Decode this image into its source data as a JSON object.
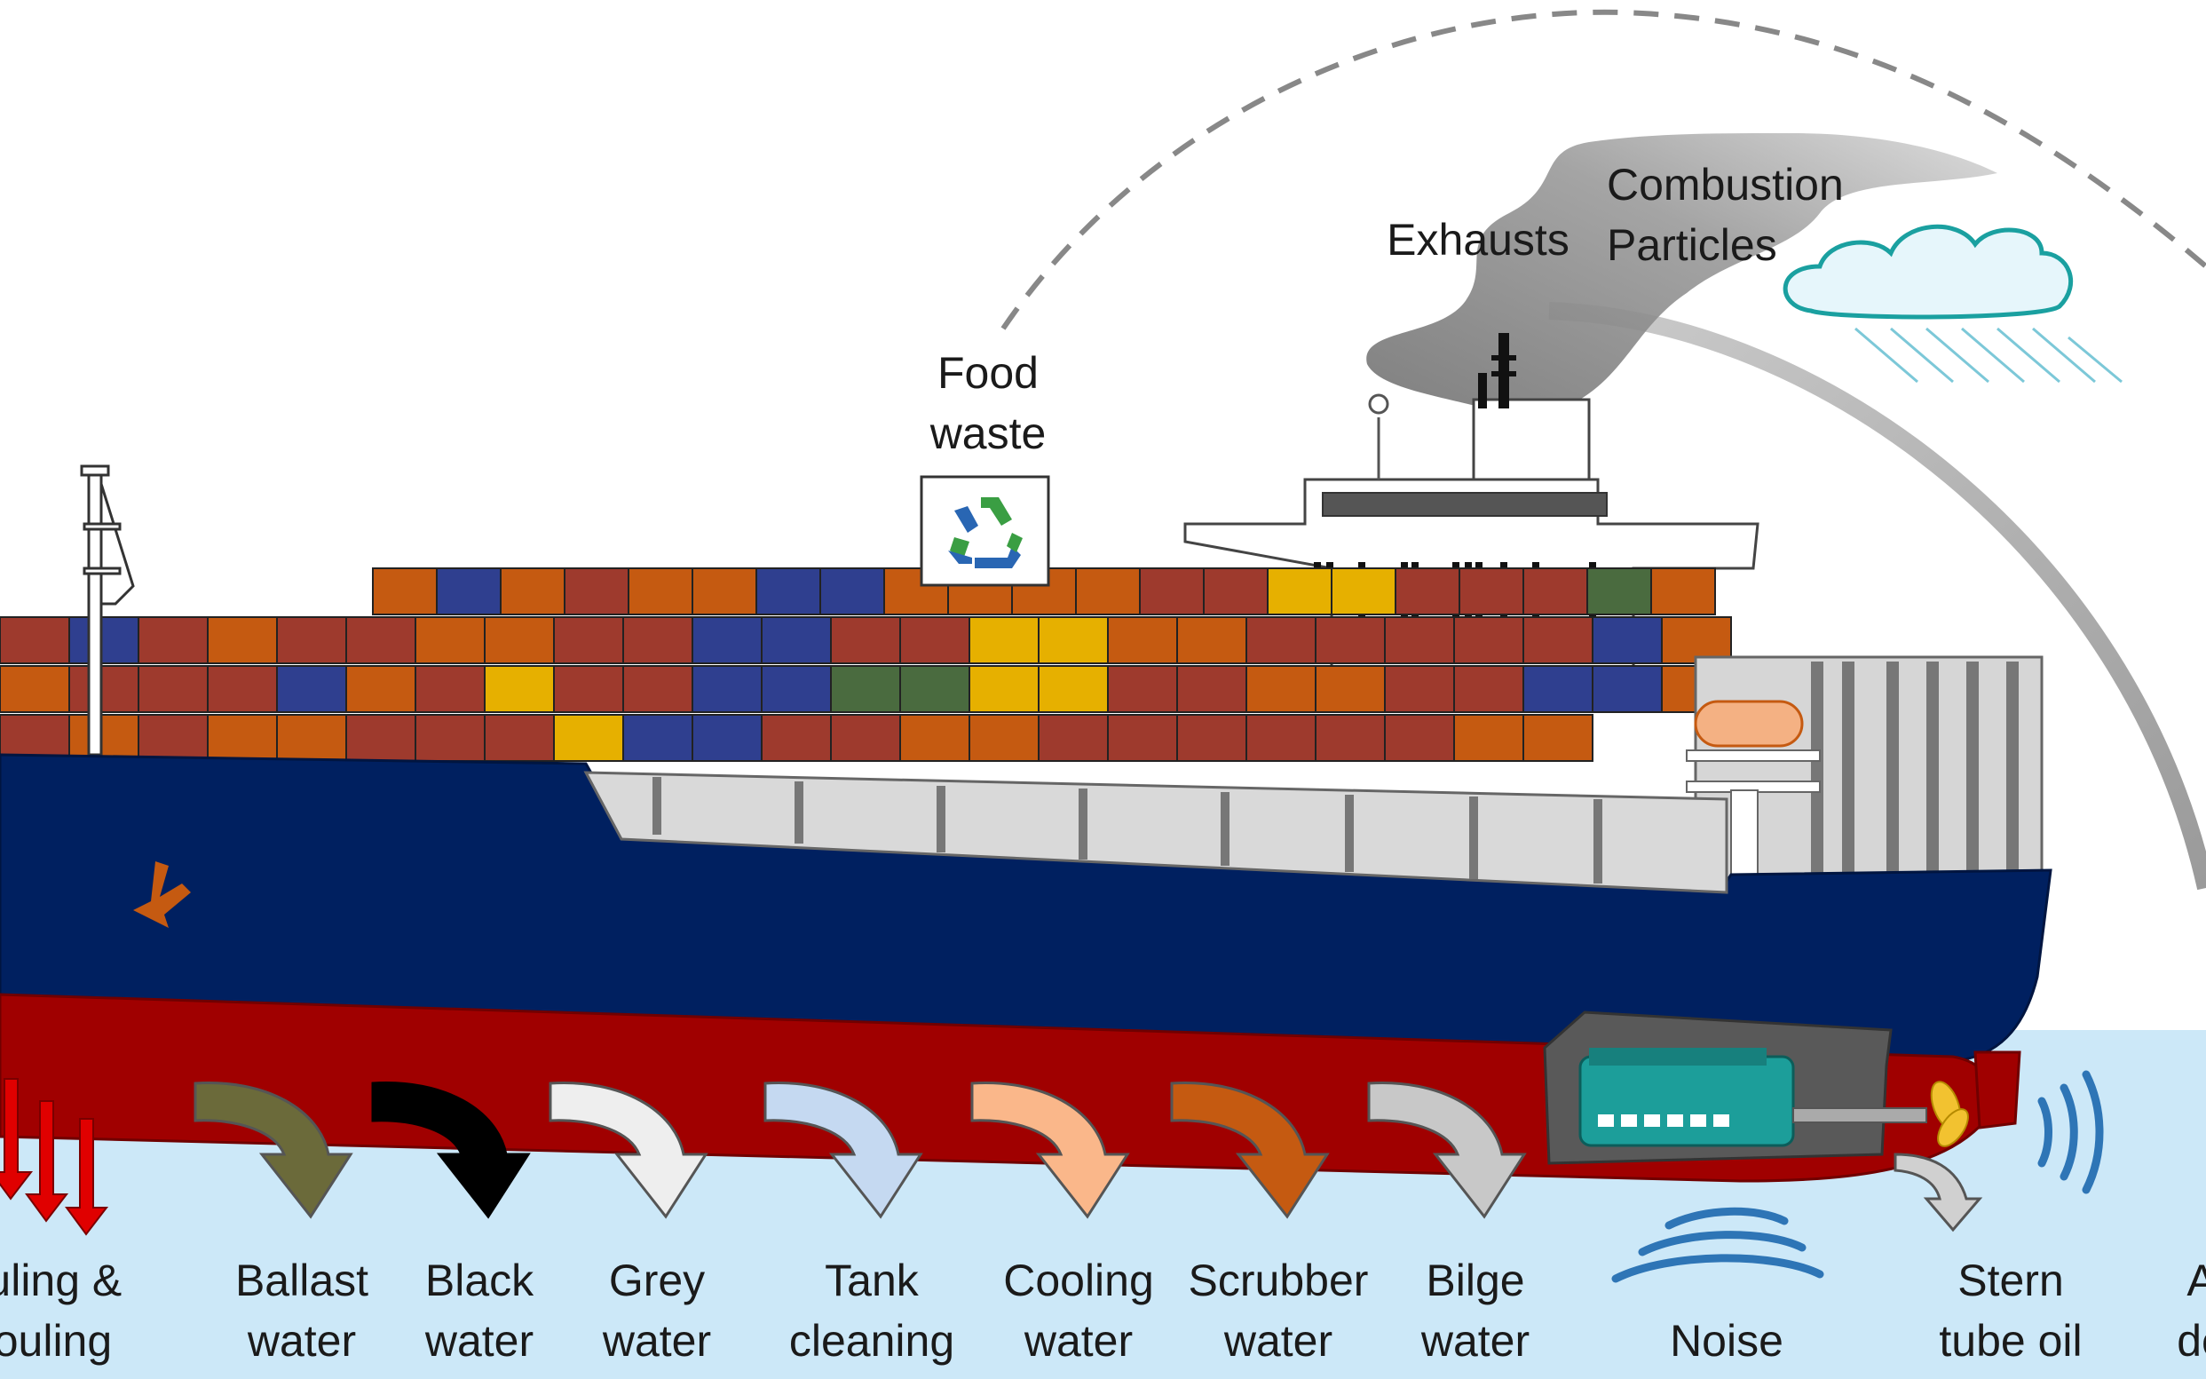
{
  "labels": {
    "food_waste": [
      "Food",
      "waste"
    ],
    "exhausts": "Exhausts",
    "combustion_particles": [
      "Combustion",
      "Particles"
    ],
    "discharges": [
      {
        "key": "fouling",
        "line1": "fouling &",
        "line2": "tifouling",
        "arrow_color": "#e00000"
      },
      {
        "key": "ballast",
        "line1": "Ballast",
        "line2": "water",
        "arrow_color": "#6b6a3a"
      },
      {
        "key": "black",
        "line1": "Black",
        "line2": "water",
        "arrow_color": "#000000"
      },
      {
        "key": "grey",
        "line1": "Grey",
        "line2": "water",
        "arrow_color": "#eeeeee"
      },
      {
        "key": "tank",
        "line1": "Tank",
        "line2": "cleaning",
        "arrow_color": "#c5d9f1"
      },
      {
        "key": "cooling",
        "line1": "Cooling",
        "line2": "water",
        "arrow_color": "#fab78a"
      },
      {
        "key": "scrubber",
        "line1": "Scrubber",
        "line2": "water",
        "arrow_color": "#c55a11"
      },
      {
        "key": "bilge",
        "line1": "Bilge",
        "line2": "water",
        "arrow_color": "#c8c8c8"
      },
      {
        "key": "noise",
        "line1": "",
        "line2": "Noise",
        "arrow_color": "#2e75b6"
      },
      {
        "key": "stern",
        "line1": "Stern",
        "line2": "tube oil",
        "arrow_color": "#d0d0d0"
      },
      {
        "key": "edge",
        "line1": "A",
        "line2": "de",
        "arrow_color": "#2e75b6"
      }
    ]
  },
  "icons": [
    "recycle-icon",
    "anchor-icon",
    "cloud-rain-icon",
    "engine-icon",
    "propeller-icon",
    "sound-wave-icon"
  ],
  "colors": {
    "hull": "#002060",
    "hull_bottom": "#a10000",
    "sea": "#cce8f8",
    "container_orange": "#c55a11",
    "container_red": "#9e3a2d",
    "container_blue": "#2f3f8f",
    "container_yellow": "#e6b000",
    "container_green": "#4a6b3f",
    "engine": "#1c9e9a",
    "smoke": "#8c8c8c"
  }
}
